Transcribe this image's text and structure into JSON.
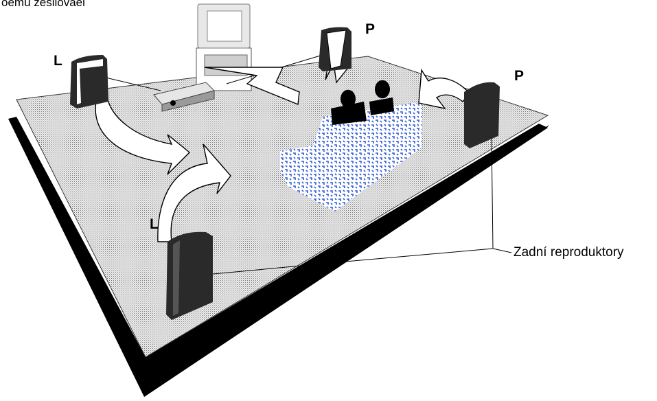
{
  "diagram": {
    "top_caption": "oemu zesilovaèi",
    "rear_speakers_label": "Zadní reproduktory",
    "speakers": {
      "front_left": "L",
      "front_right": "P",
      "rear_left": "L",
      "rear_right": "P"
    },
    "colors": {
      "floor": "#d4d4d4",
      "floor_shadow": "#000000",
      "sofa_pattern": "#2d58d8",
      "speaker": "#2a2a2a",
      "arrow_fill": "#ffffff"
    }
  }
}
